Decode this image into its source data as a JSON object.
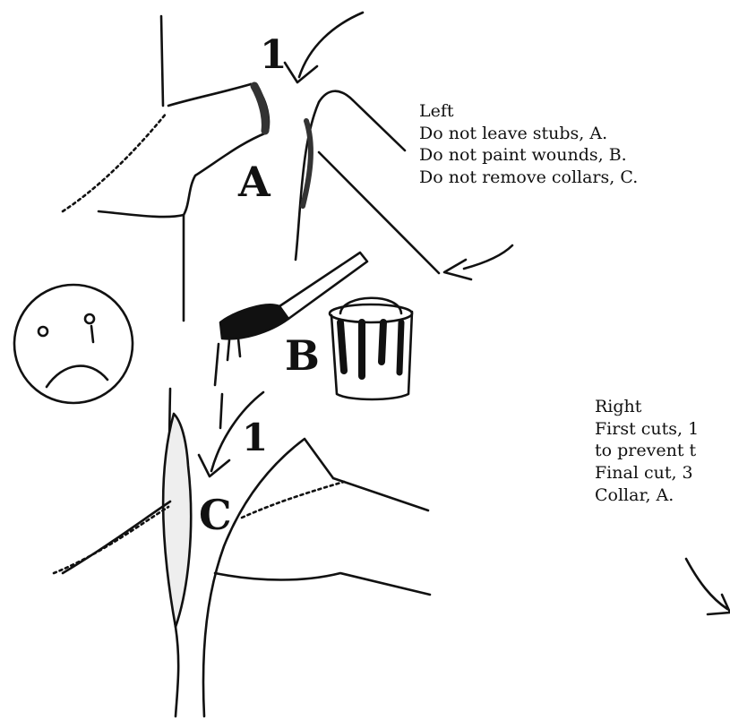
{
  "left_panel": {
    "heading": "Left",
    "lines": [
      "Do not leave stubs, A.",
      "Do not paint wounds, B.",
      "Do not remove collars, C."
    ]
  },
  "right_panel": {
    "heading": "Right",
    "lines": [
      "First cuts, 1",
      "to prevent t",
      "Final cut, 3",
      "Collar, A."
    ]
  },
  "markers": {
    "cut_1_top": "1",
    "cut_1_bottom": "1",
    "stub": "A",
    "paint": "B",
    "collar": "C"
  },
  "colors": {
    "ink": "#111111",
    "background": "#ffffff"
  }
}
